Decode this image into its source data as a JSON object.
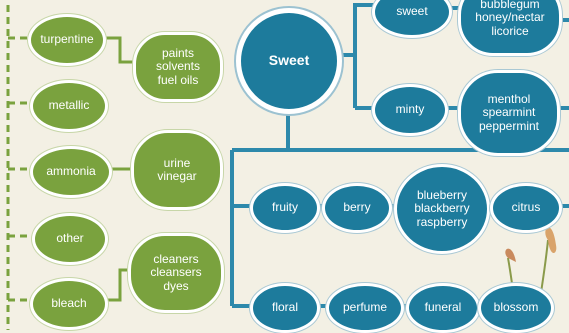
{
  "colors": {
    "background": "#f3f0e4",
    "green_node": "#7aa23e",
    "blue_node": "#1d7b9c",
    "blue_connector": "#2d89ab",
    "dashed_connector": "#7aa23e"
  },
  "diagram": {
    "root": "Sweet",
    "left_branch": [
      {
        "label": "turpentine",
        "examples": "paints\nsolvents\nfuel oils"
      },
      {
        "label": "metallic"
      },
      {
        "label": "ammonia",
        "examples": "urine\nvinegar"
      },
      {
        "label": "other"
      },
      {
        "label": "bleach",
        "examples": "cleaners\ncleansers\ndyes"
      }
    ],
    "sweet_branch": [
      {
        "label": "sweet",
        "examples": "bubblegum\nhoney/nectar\nlicorice"
      },
      {
        "label": "minty",
        "examples": "menthol\nspearmint\npeppermint"
      }
    ],
    "fruity_branch": {
      "label": "fruity",
      "children": [
        "berry",
        "blueberry\nblackberry\nraspberry",
        "citrus"
      ]
    },
    "floral_branch": {
      "label": "floral",
      "children": [
        "perfume",
        "funeral",
        "blossom"
      ]
    }
  }
}
